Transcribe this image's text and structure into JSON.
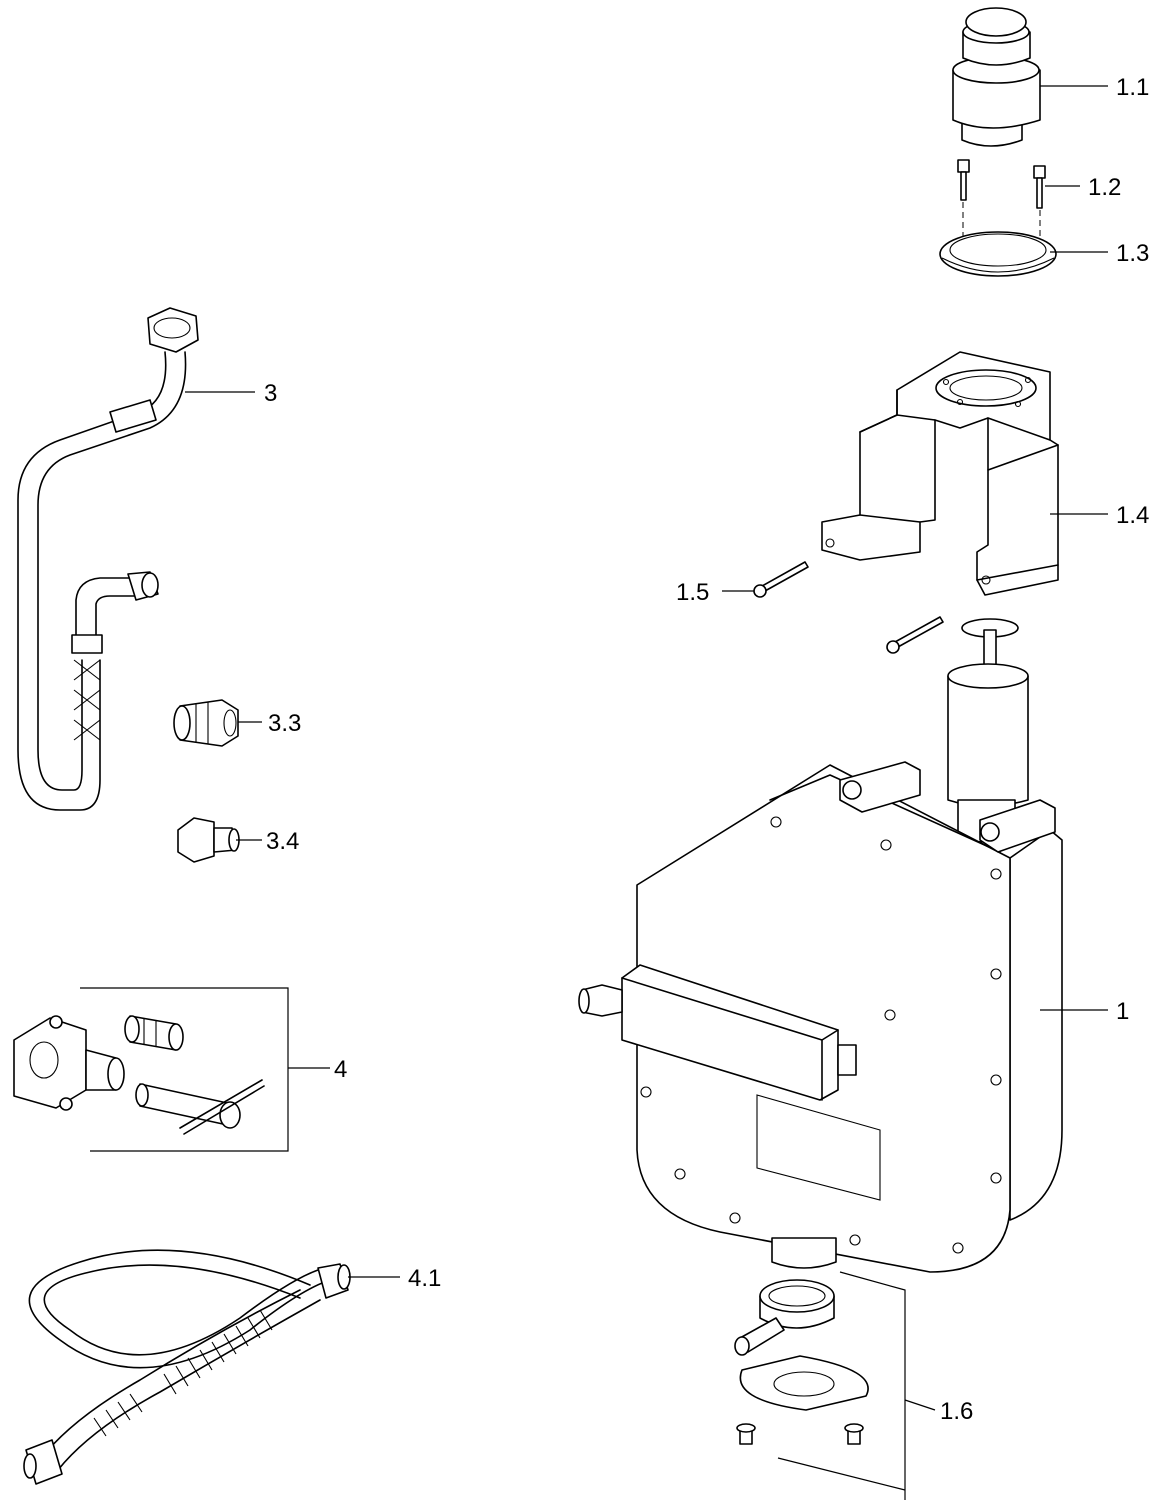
{
  "callouts": {
    "c1_1": "1.1",
    "c1_2": "1.2",
    "c1_3": "1.3",
    "c1_4": "1.4",
    "c1_5": "1.5",
    "c1": "1",
    "c1_6": "1.6",
    "c3": "3",
    "c3_3": "3.3",
    "c3_4": "3.4",
    "c4": "4",
    "c4_1": "4.1"
  },
  "colors": {
    "line": "#000000",
    "background": "#ffffff"
  }
}
